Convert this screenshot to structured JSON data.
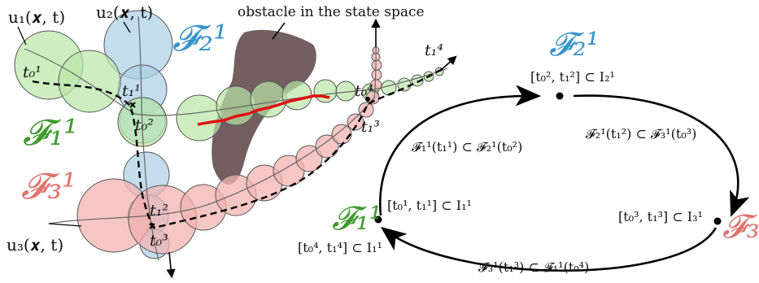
{
  "diagram": {
    "obstacle_label": "obstacle in the state space",
    "controls": {
      "u1": "u₁(𝒙, t)",
      "u2": "u₂(𝒙, t)",
      "u3": "u₃(𝒙, t)"
    },
    "funnels": {
      "F11": {
        "text": "𝓕₁¹",
        "color": "#3f9a2e"
      },
      "F21": {
        "text": "𝓕₂¹",
        "color": "#3a95c8"
      },
      "F31": {
        "text": "𝓕₃¹",
        "color": "#e0736f"
      }
    },
    "times": {
      "t10": "t₀¹",
      "t11": "t₁¹",
      "t20": "t₀²",
      "t21": "t₁²",
      "t30": "t₀³",
      "t31": "t₁³",
      "t40": "t₀⁴",
      "t41": "t₁⁴"
    },
    "graph": {
      "node_F2_interval": "[t₀², t₁²] ⊂ I₂¹",
      "node_F1_interval": "[t₀¹, t₁¹] ⊂ I₁¹",
      "node_F1_interval2": "[t₀⁴, t₁⁴] ⊂ I₁¹",
      "node_F3_interval": "[t₀³, t₁³] ⊂ I₃¹",
      "edge_F1_F2": "𝓕₁¹(t₁¹) ⊂ 𝓕₂¹(t₀²)",
      "edge_F2_F3": "𝓕₂¹(t₁²) ⊂ 𝓕₃¹(t₀³)",
      "edge_F3_F1": "𝓕₃¹(t₁³) ⊂ 𝓕₁¹(t₀⁴)"
    }
  }
}
